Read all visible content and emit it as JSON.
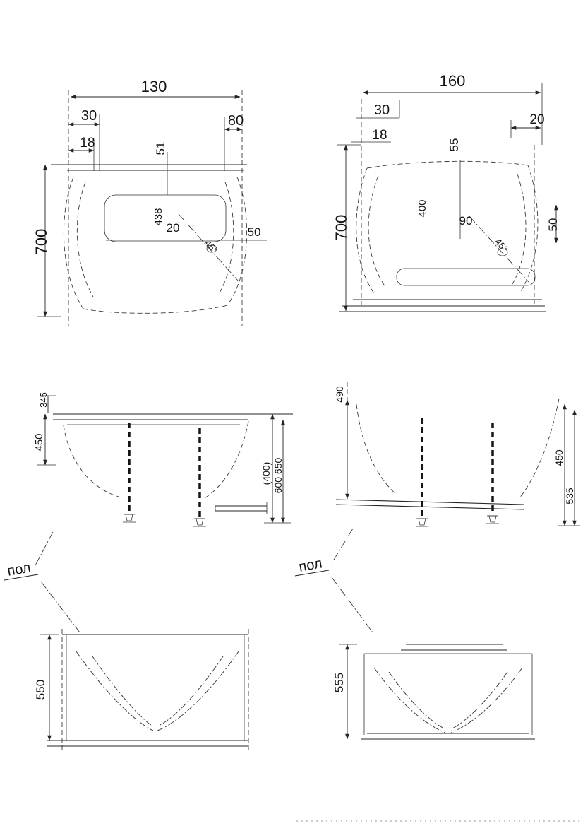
{
  "views": {
    "plan_left": {
      "dim_overall": "130",
      "dim_edge_left": "30",
      "dim_inset_left": "18",
      "dim_edge_right": "80",
      "dim_center": "51",
      "dim_length": "700",
      "dim_width": "438",
      "dim_small": "20",
      "dim_right": "50",
      "dim_angle": "45°"
    },
    "plan_right": {
      "dim_overall": "160",
      "dim_edge_left": "30",
      "dim_inset_left": "18",
      "dim_edge_right": "20",
      "dim_center": "55",
      "dim_length": "700",
      "dim_width": "400",
      "dim_mid": "90",
      "dim_right": "50",
      "dim_angle": "45°"
    },
    "side_left": {
      "dim_top": "345",
      "dim_left": "450",
      "dim_right_inner": "(400)",
      "dim_right_outer": "600 650",
      "floor_label": "пол"
    },
    "side_right": {
      "dim_top": "490",
      "dim_right_inner": "450",
      "dim_right_outer": "535",
      "floor_label": "пол"
    },
    "front_left": {
      "dim_height": "550"
    },
    "front_right": {
      "dim_height": "555"
    }
  }
}
